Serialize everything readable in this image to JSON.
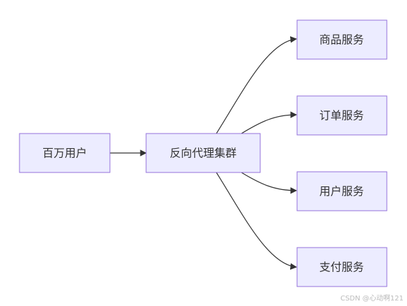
{
  "nodes": {
    "users": "百万用户",
    "proxy": "反向代理集群",
    "product": "商品服务",
    "order": "订单服务",
    "user_service": "用户服务",
    "payment": "支付服务"
  },
  "edges": [
    {
      "from": "users",
      "to": "proxy"
    },
    {
      "from": "proxy",
      "to": "product"
    },
    {
      "from": "proxy",
      "to": "order"
    },
    {
      "from": "proxy",
      "to": "user_service"
    },
    {
      "from": "proxy",
      "to": "payment"
    }
  ],
  "colors": {
    "node_fill": "#ECECFF",
    "node_border": "#9370DB",
    "edge": "#333333",
    "text": "#333333"
  },
  "watermark": "CSDN @心动啊121"
}
